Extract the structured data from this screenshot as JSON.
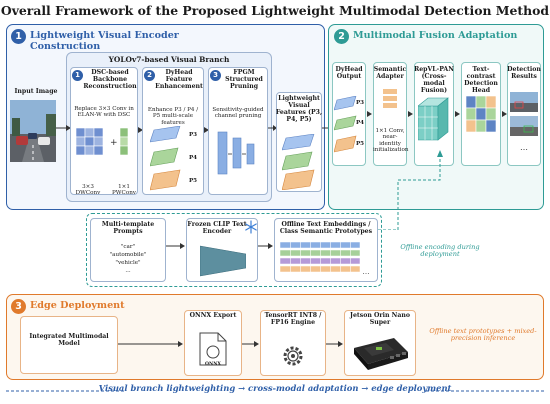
{
  "title": "Overall Framework of the Proposed Lightweight Multimodal Detection Method",
  "section1": {
    "num": "1",
    "title": "Lightweight Visual Encoder Construction",
    "branch_title": "YOLOv7-based Visual Branch",
    "input_label": "Input Image",
    "dsc": {
      "num": "1",
      "title": "DSC-based Backbone Reconstruction",
      "desc": "Replace 3×3 Conv in ELAN-W with DSC",
      "dw": "3×3 DWConv",
      "pw": "1×1 PWConv"
    },
    "dyhead": {
      "num": "2",
      "title": "DyHead Feature Enhancement",
      "desc": "Enhance P3 / P4 / P5 multi-scale features",
      "p3": "P3",
      "p4": "P4",
      "p5": "P5"
    },
    "fpgm": {
      "num": "3",
      "title": "FPGM Structured Pruning",
      "desc": "Sensitivity-guided channel pruning"
    },
    "output": {
      "title": "Lightweight Visual Features (P3, P4, P5)"
    }
  },
  "section2": {
    "num": "2",
    "title": "Multimodal Fusion Adaptation",
    "dyhead_out": "DyHead Output",
    "p3": "P3",
    "p4": "P4",
    "p5": "P5",
    "semantic": "Semantic Adapter",
    "semantic_desc": "1×1 Conv, near-identity initialization",
    "repvl": "RepVL-PAN (Cross-modal Fusion)",
    "textcontrast": "Text-contrast Detection Head",
    "results": "Detection Results"
  },
  "text_branch": {
    "prompts_title": "Multi-template Prompts",
    "prompt_words": [
      "\"car\"",
      "\"automobile\"",
      "\"vehicle\"",
      "..."
    ],
    "clip": "Frozen CLIP Text Encoder",
    "embed_title": "Offline Text Embeddings / Class Semantic Prototypes",
    "offline_note": "Offline encoding during deployment"
  },
  "section3": {
    "num": "3",
    "title": "Edge Deployment",
    "model": "Integrated Multimodal Model",
    "onnx": "ONNX Export",
    "onnx_badge": "ONNX",
    "tensorrt": "TensorRT INT8 / FP16 Engine",
    "jetson": "Jetson Orin Nano Super",
    "note": "Offline text prototypes + mixed-precision inference"
  },
  "footer": "Visual branch lightweighting → cross-modal adaptation → edge deployment",
  "colors": {
    "blue": "#2f5fa8",
    "teal": "#2e9b95",
    "orange": "#e07a2c"
  }
}
